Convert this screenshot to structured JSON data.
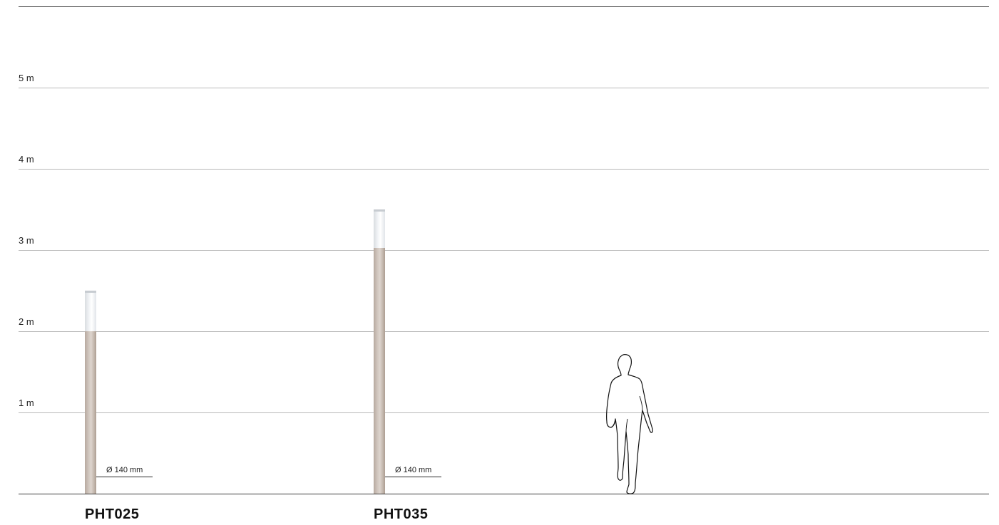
{
  "scale": {
    "unit": "m",
    "ticks": [
      {
        "value": 5,
        "label": "5 m"
      },
      {
        "value": 4,
        "label": "4 m"
      },
      {
        "value": 3,
        "label": "3 m"
      },
      {
        "value": 2,
        "label": "2 m"
      },
      {
        "value": 1,
        "label": "1 m"
      }
    ]
  },
  "products": [
    {
      "name": "PHT025",
      "height_m": 2.5,
      "diffuser_m": 0.5,
      "diameter_label": "Ø 140 mm"
    },
    {
      "name": "PHT035",
      "height_m": 3.5,
      "diffuser_m": 0.47,
      "diameter_label": "Ø 140 mm"
    }
  ],
  "reference": {
    "icon": "human-silhouette-icon",
    "height_m": 1.7
  },
  "colors": {
    "shaft": "#c9bdb4",
    "diffuser": "#eef1f4",
    "gridline": "#b9b9b9",
    "baseline": "#3a3a3a"
  }
}
